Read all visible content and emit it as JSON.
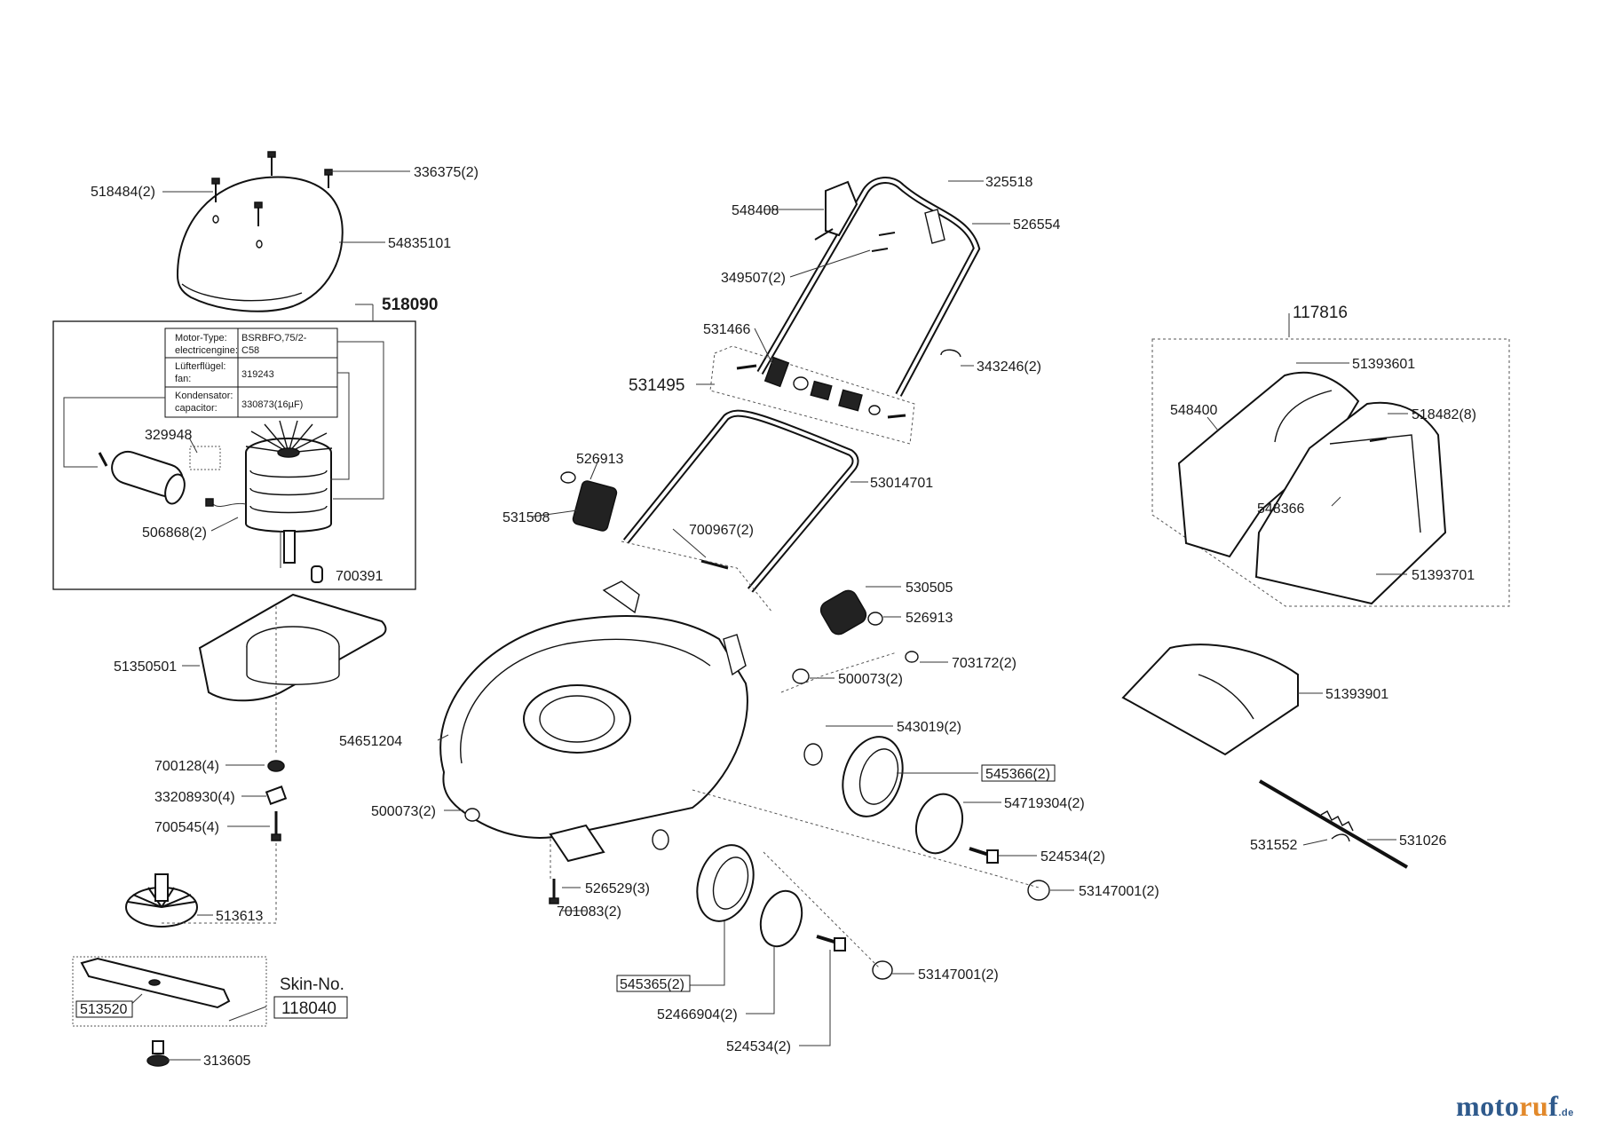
{
  "callouts": {
    "c518484": "518484(2)",
    "c336375": "336375(2)",
    "c54835101": "54835101",
    "c518090": "518090",
    "c329948": "329948",
    "c506868": "506868(2)",
    "c700391": "700391",
    "c51350501": "51350501",
    "c700128": "700128(4)",
    "c33208930": "33208930(4)",
    "c700545": "700545(4)",
    "c513613": "513613",
    "c513520": "513520",
    "c118040": "118040",
    "c313605": "313605",
    "c325518": "325518",
    "c548408": "548408",
    "c526554": "526554",
    "c349507": "349507(2)",
    "c531466": "531466",
    "c343246": "343246(2)",
    "c531495": "531495",
    "c526913a": "526913",
    "c53014701": "53014701",
    "c531508": "531508",
    "c700967": "700967(2)",
    "c530505": "530505",
    "c526913b": "526913",
    "c703172": "703172(2)",
    "c500073a": "500073(2)",
    "c54651204": "54651204",
    "c543019": "543019(2)",
    "c545366": "545366(2)",
    "c54719304": "54719304(2)",
    "c500073b": "500073(2)",
    "c524534a": "524534(2)",
    "c53147001a": "53147001(2)",
    "c526529": "526529(3)",
    "c701083": "701083(2)",
    "c545365": "545365(2)",
    "c53147001b": "53147001(2)",
    "c52466904": "52466904(2)",
    "c524534b": "524534(2)",
    "c117816": "117816",
    "c51393601": "51393601",
    "c548400": "548400",
    "c518482": "518482(8)",
    "c548366": "548366",
    "c51393701": "51393701",
    "c51393901": "51393901",
    "c531552": "531552",
    "c531026": "531026"
  },
  "skin_label": "Skin-No.",
  "motor_table": {
    "r1_label_a": "Motor-Type:",
    "r1_label_b": "electricengine:",
    "r1_value_a": "BSRBFO,75/2-",
    "r1_value_b": "C58",
    "r2_label_a": "Lüfterflügel:",
    "r2_label_b": "fan:",
    "r2_value": "319243",
    "r3_label_a": "Kondensator:",
    "r3_label_b": "capacitor:",
    "r3_value": "330873(16µF)"
  },
  "brand": {
    "part1": "moto",
    "part2": "ru",
    "part3": "f",
    "tld": ".de"
  }
}
